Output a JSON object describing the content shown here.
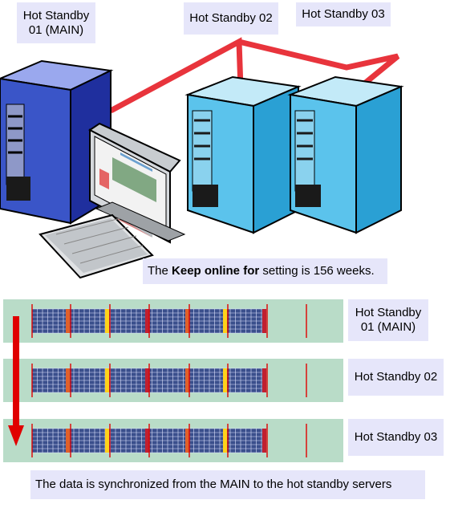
{
  "servers": [
    {
      "label": "Hot Standby\n01 (MAIN)"
    },
    {
      "label": "Hot Standby 02"
    },
    {
      "label": "Hot Standby 03"
    }
  ],
  "keep_online": {
    "prefix": "The ",
    "bold": "Keep online for",
    "suffix": " setting is 156 weeks."
  },
  "rows": [
    {
      "label": "Hot Standby\n01 (MAIN)"
    },
    {
      "label": "Hot Standby 02"
    },
    {
      "label": "Hot Standby 03"
    }
  ],
  "footer": "The data is synchronized from the MAIN to the hot standby servers",
  "colors": {
    "connection": "#e8343c",
    "main_case": "#3a55c8",
    "standby_case": "#5bc3ec",
    "row_background": "#b9dcc8",
    "grid_cell": "#3a4f8c",
    "grid_line": "#dfe4ff",
    "arrow": "#e00000"
  }
}
